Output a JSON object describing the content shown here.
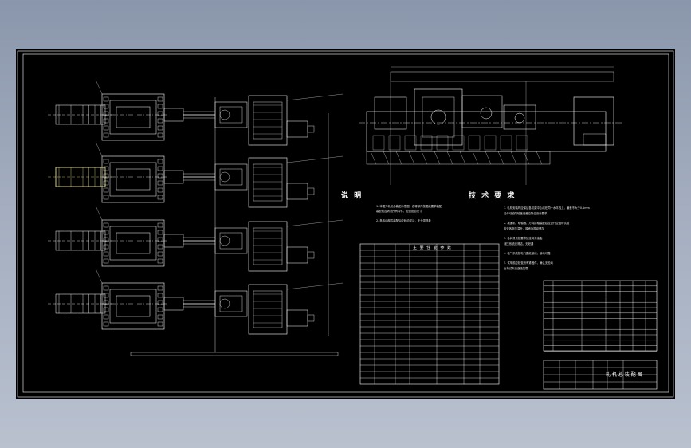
{
  "drawing": {
    "background": "#000000",
    "line_color": "#ffffff",
    "highlight_color": "#e8e08a",
    "text": {
      "explanation_heading": "说 明",
      "tech_requirements_heading": "技 术 要 求",
      "params_table_title": "主 要 性 能 参 数",
      "title_block_label": "轧 机 总 装 配 图"
    },
    "explanation_notes": [
      "1. 本图为轧机总装配示意图，各零部件按图纸要求装配",
      "   装配前应清洗所有零件，检查配合尺寸",
      "2. 各传动部件装配后应转动灵活，无卡滞现象"
    ],
    "tech_notes": [
      "1. 轧机安装时应保证各机架中心线在同一水平线上，偏差不大于0.1mm",
      "   各传动轴同轴度误差应符合设计要求",
      "2. 减速机、联轴器、万向接轴装配后应进行空运转试验",
      "   检查各部位温升、噪声及振动情况",
      "3. 各润滑点按要求加注润滑油脂",
      "   液压系统应清洁，无泄漏",
      "4. 电气系统按电气图纸接线，接地可靠",
      "5. 试车前应检查所有紧固件，确认无松动",
      "   负荷试车应逐级加载"
    ]
  }
}
